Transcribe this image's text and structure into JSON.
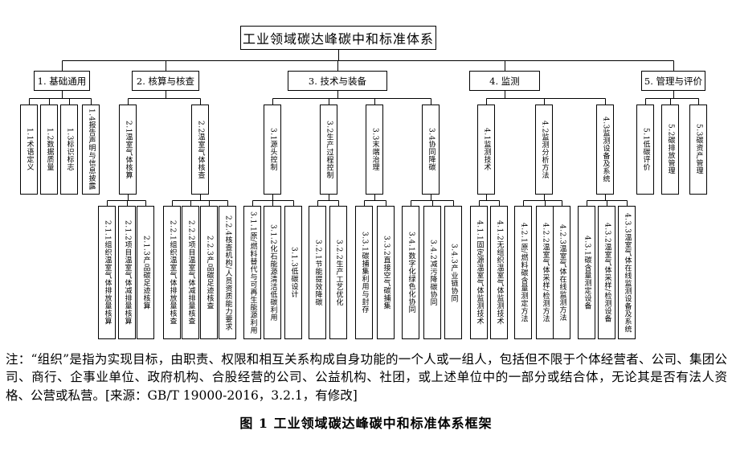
{
  "tree": {
    "root": "工业领域碳达峰碳中和标准体系",
    "branches": [
      {
        "label": "1. 基础通用",
        "children": [
          {
            "label": "1.1术语定义"
          },
          {
            "label": "1.2数据质量"
          },
          {
            "label": "1.3标识标志"
          },
          {
            "label": "1.4报告声明与信息披露"
          }
        ]
      },
      {
        "label": "2. 核算与核查",
        "children": [
          {
            "label": "2.1温室气体核算",
            "children": [
              {
                "label": "2.1.1组织温室气体排放量核算"
              },
              {
                "label": "2.1.2项目温室气体减排量核算"
              },
              {
                "label": "2.1.3产品碳足迹核算"
              }
            ]
          },
          {
            "label": "2.2温室气体核查",
            "children": [
              {
                "label": "2.2.1组织温室气体排放量核查"
              },
              {
                "label": "2.2.2项目温室气体减排量核查"
              },
              {
                "label": "2.2.3产品碳足迹核查"
              },
              {
                "label": "2.2.4核查机构/人员资质能力要求"
              }
            ]
          }
        ]
      },
      {
        "label": "3. 技术与装备",
        "children": [
          {
            "label": "3.1源头控制",
            "children": [
              {
                "label": "3.1.1原/燃料替代与可再生能源利用"
              },
              {
                "label": "3.1.2化石能源清洁低碳利用"
              },
              {
                "label": "3.1.3低碳设计"
              }
            ]
          },
          {
            "label": "3.2生产过程控制",
            "children": [
              {
                "label": "3.2.1节能提效降碳"
              },
              {
                "label": "3.2.2生产工艺优化"
              }
            ]
          },
          {
            "label": "3.3末端治理",
            "children": [
              {
                "label": "3.3.1碳捕集利用与封存"
              },
              {
                "label": "3.3.2直接空气碳捕集"
              }
            ]
          },
          {
            "label": "3.4协同降碳",
            "children": [
              {
                "label": "3.4.1数字化绿色化协同"
              },
              {
                "label": "3.4.2减污降碳协同"
              },
              {
                "label": "3.4.3产业链协同"
              }
            ]
          }
        ]
      },
      {
        "label": "4. 监测",
        "children": [
          {
            "label": "4.1监测技术",
            "children": [
              {
                "label": "4.1.1固定源温室气体监测技术"
              },
              {
                "label": "4.1.2无组织温室气体监测技术"
              }
            ]
          },
          {
            "label": "4.2监测分析方法",
            "children": [
              {
                "label": "4.2.1原/燃料碳含量测定方法"
              },
              {
                "label": "4.2.2温室气体采样/检测方法"
              },
              {
                "label": "4.2.3温室气体在线监测方法"
              }
            ]
          },
          {
            "label": "4.3监测设备及系统",
            "children": [
              {
                "label": "4.3.1碳含量测定设备"
              },
              {
                "label": "4.3.2温室气体采样/检测设备"
              },
              {
                "label": "4.3.3温室气体在线监测设备及系统"
              }
            ]
          }
        ]
      },
      {
        "label": "5. 管理与评价",
        "children": [
          {
            "label": "5.1低碳评价"
          },
          {
            "label": "5.2碳排放管理"
          },
          {
            "label": "5.3碳资产管理"
          }
        ]
      }
    ]
  },
  "note": "注：“组织”是指为实现目标，由职责、权限和相互关系构成自身功能的一个人或一组人，包括但不限于个体经营者、公司、集团公司、商行、企事业单位、政府机构、合股经营的公司、公益机构、社团，或上述单位中的一部分或结合体，无论其是否有法人资格、公营或私营。[来源：GB/T 19000-2016，3.2.1，有修改]",
  "caption": "图 1  工业领域碳达峰碳中和标准体系框架"
}
